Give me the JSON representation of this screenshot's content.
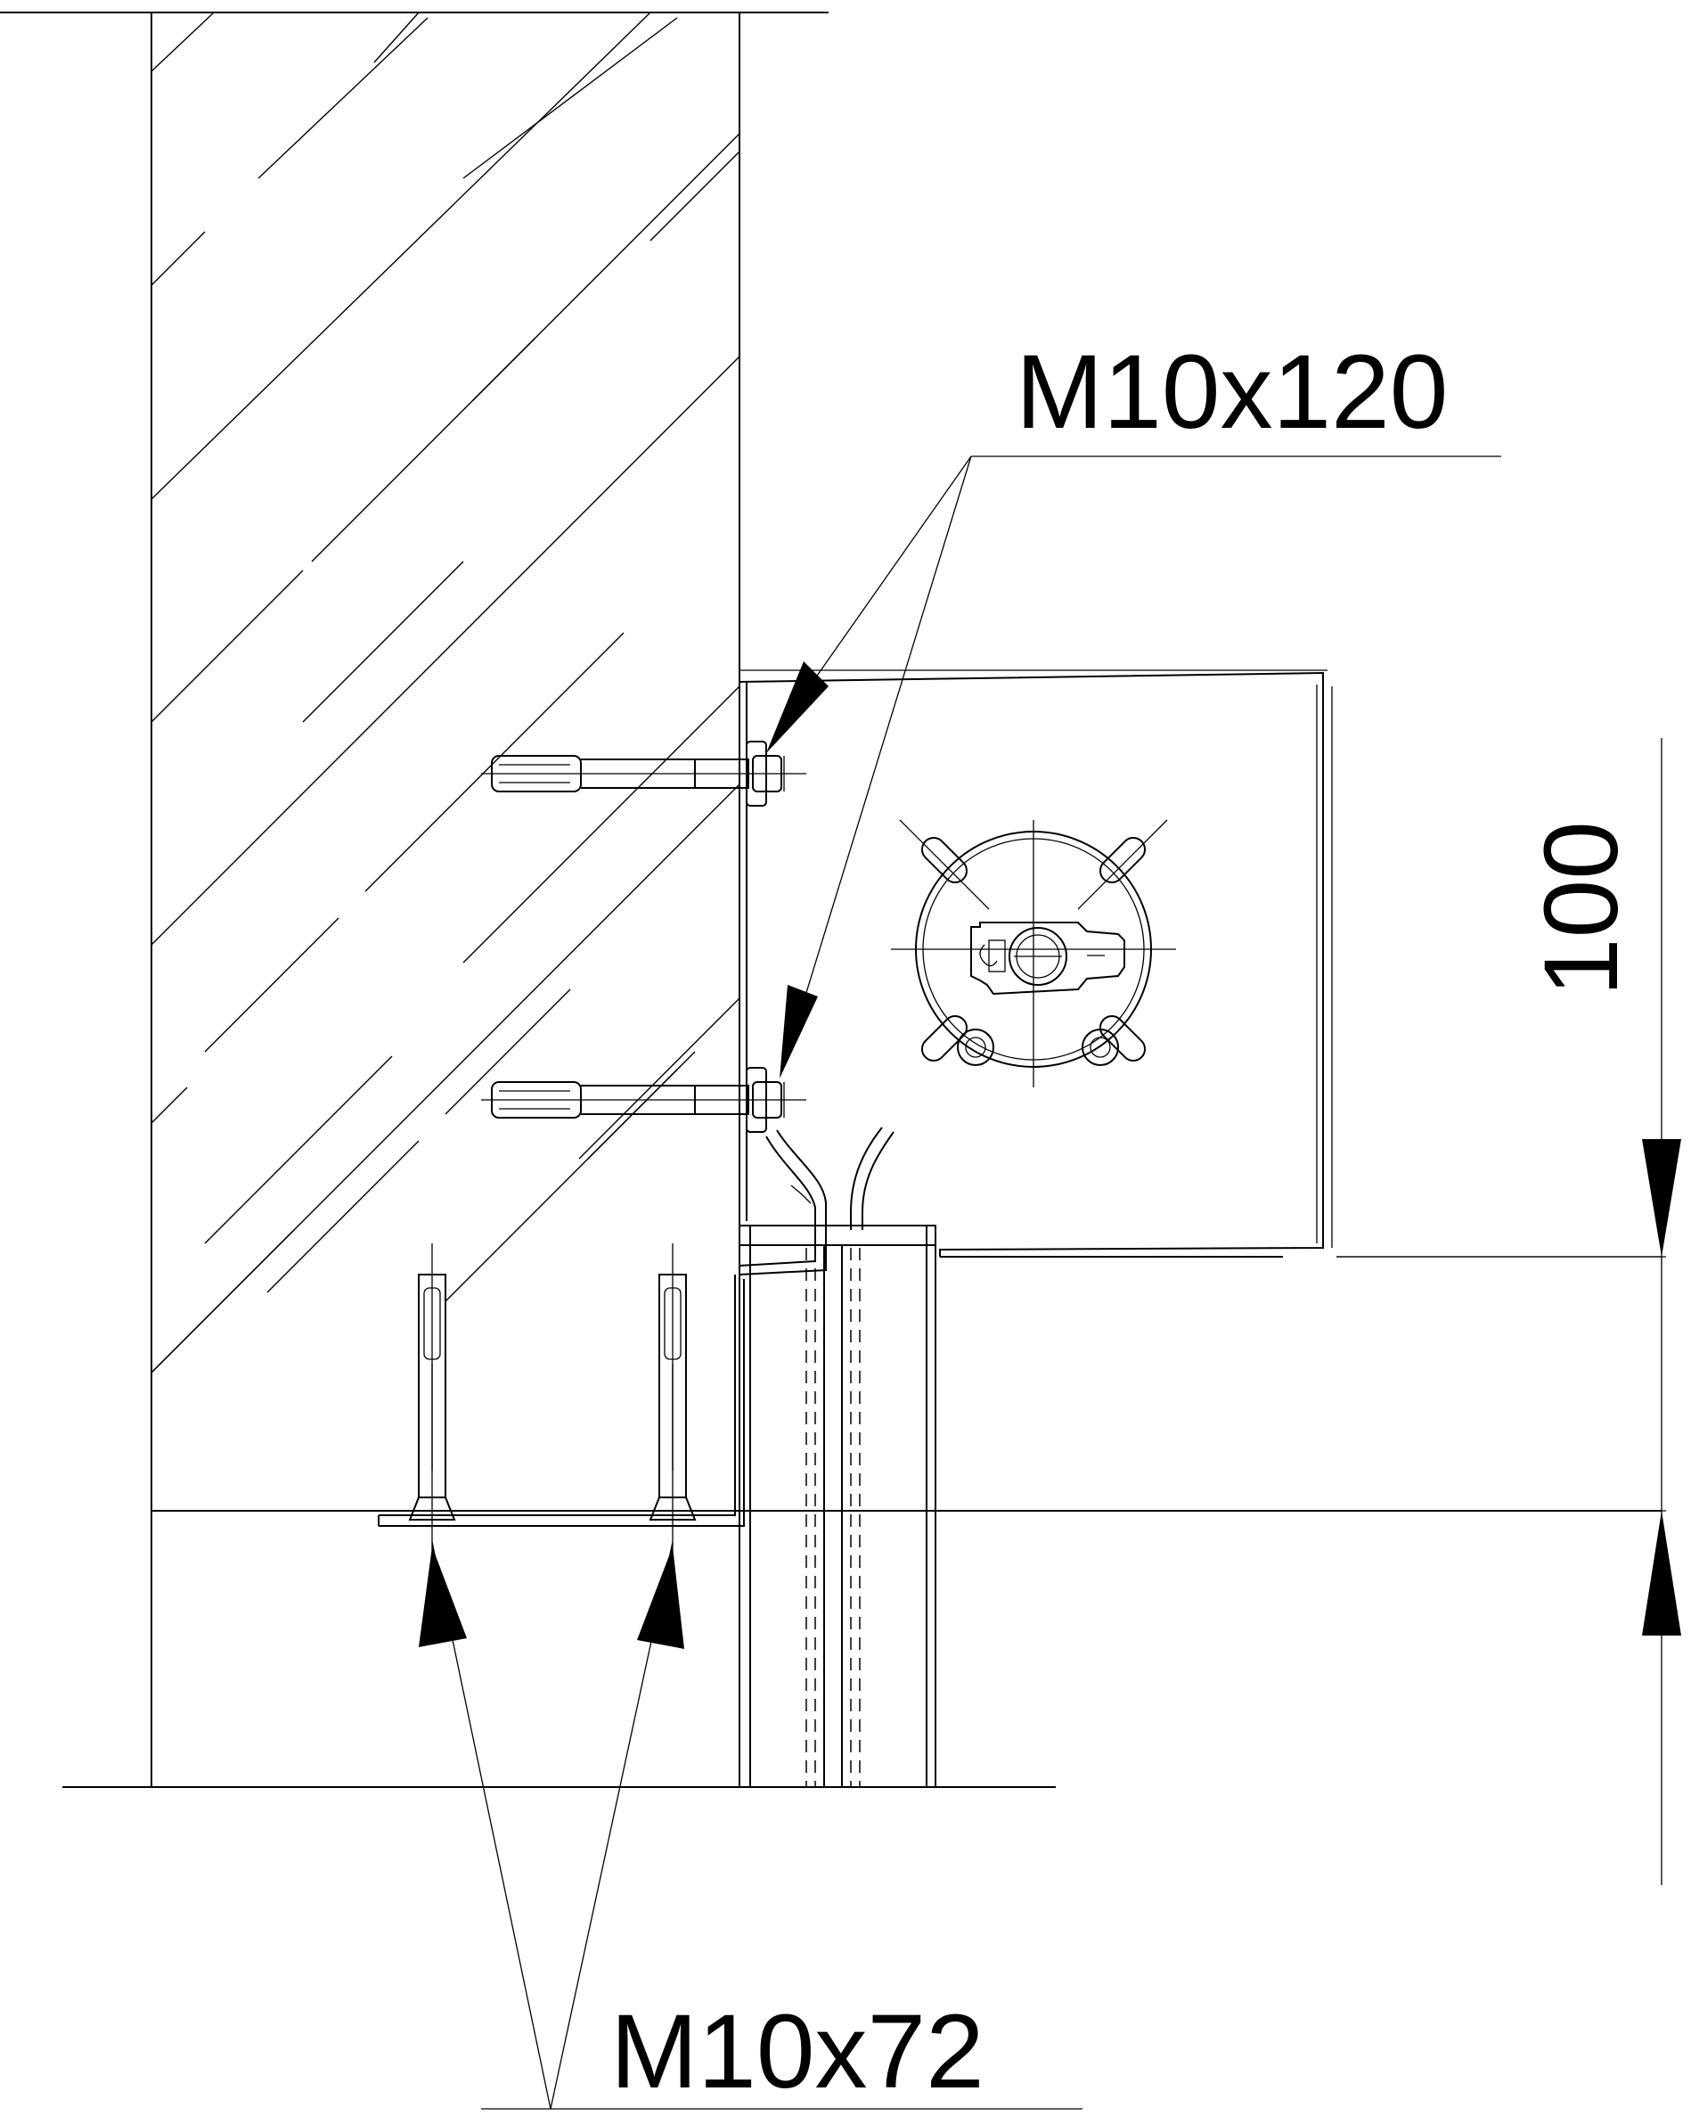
{
  "labels": {
    "anchor_upper": "M10x120",
    "anchor_lower": "M10x72",
    "dimension": "100"
  }
}
